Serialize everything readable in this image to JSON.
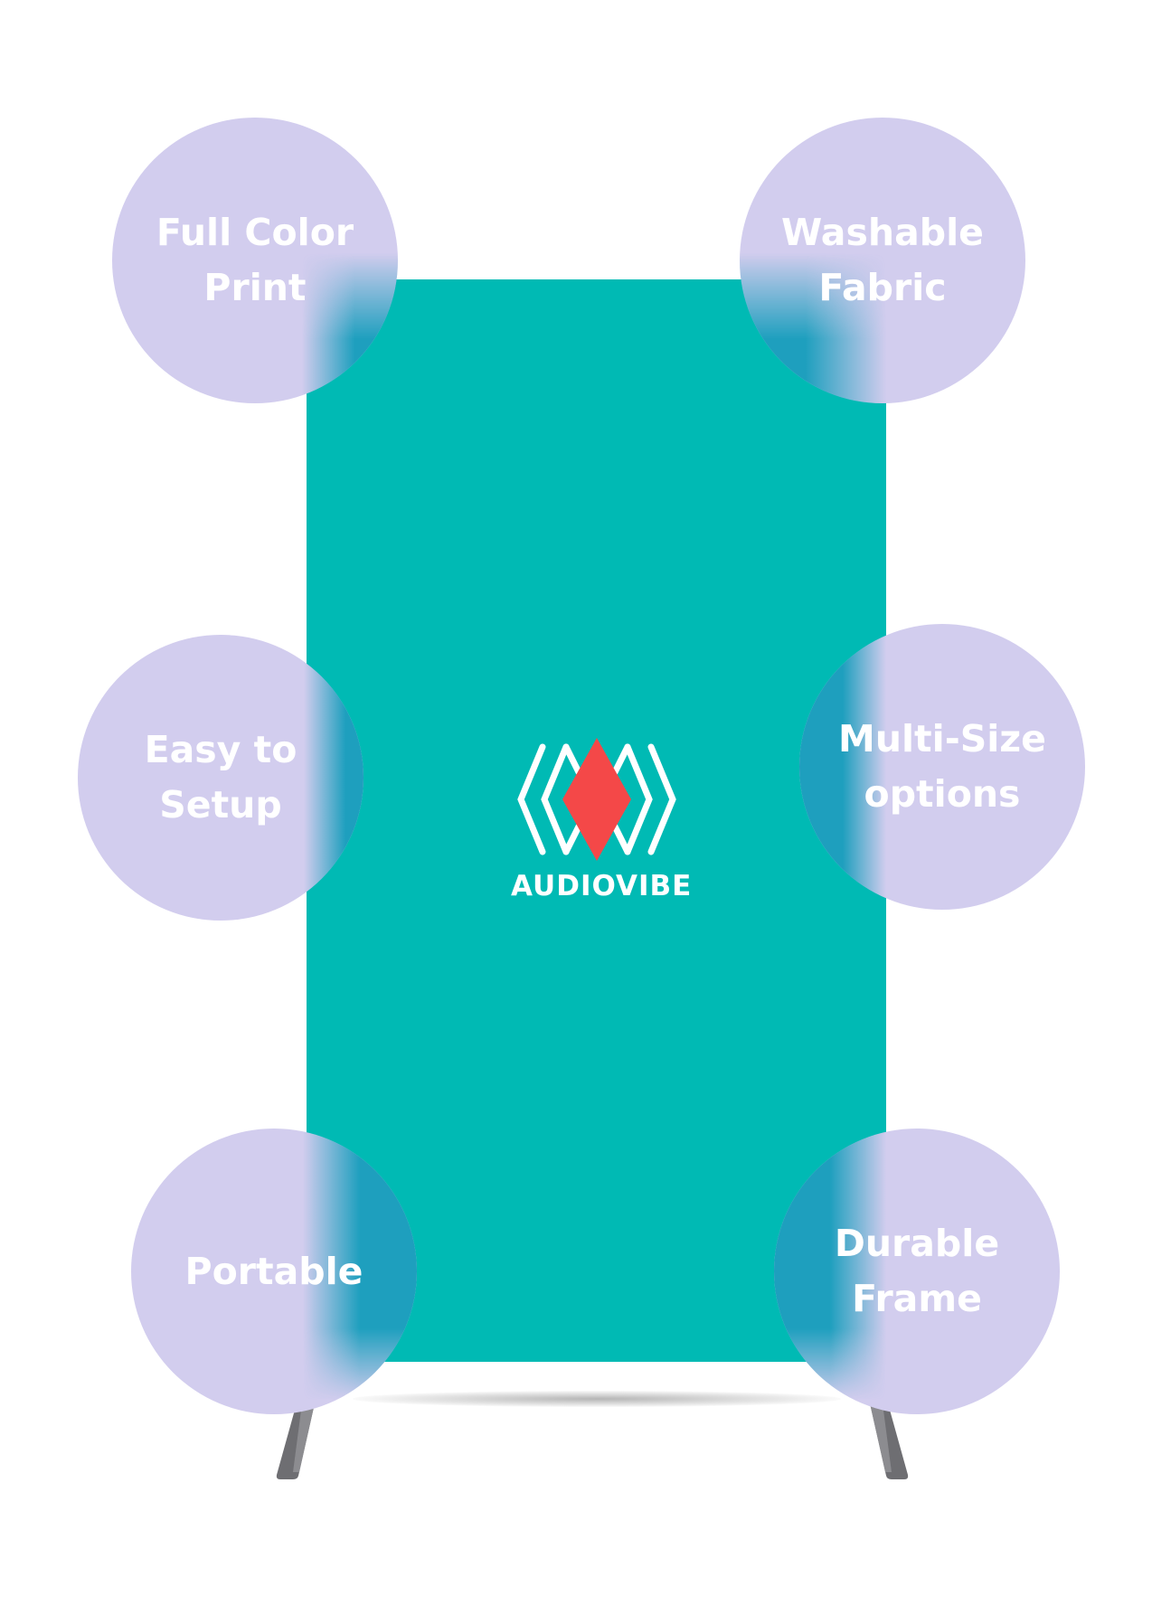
{
  "brand": {
    "name": "AUDIOVIBE",
    "banner_color": "#00bab4",
    "accent_color": "#f44848",
    "logo_icon": "sound-wave-diamond-icon"
  },
  "features": [
    {
      "label": "Full Color\nPrint"
    },
    {
      "label": "Washable\nFabric"
    },
    {
      "label": "Easy to\nSetup"
    },
    {
      "label": "Multi-Size\noptions"
    },
    {
      "label": "Portable"
    },
    {
      "label": "Durable\nFrame"
    }
  ],
  "colors": {
    "circle": "#d2cdee",
    "circle_overlap": "#1e9fbe",
    "text": "#ffffff",
    "stand_feet": "#6e6e72"
  }
}
